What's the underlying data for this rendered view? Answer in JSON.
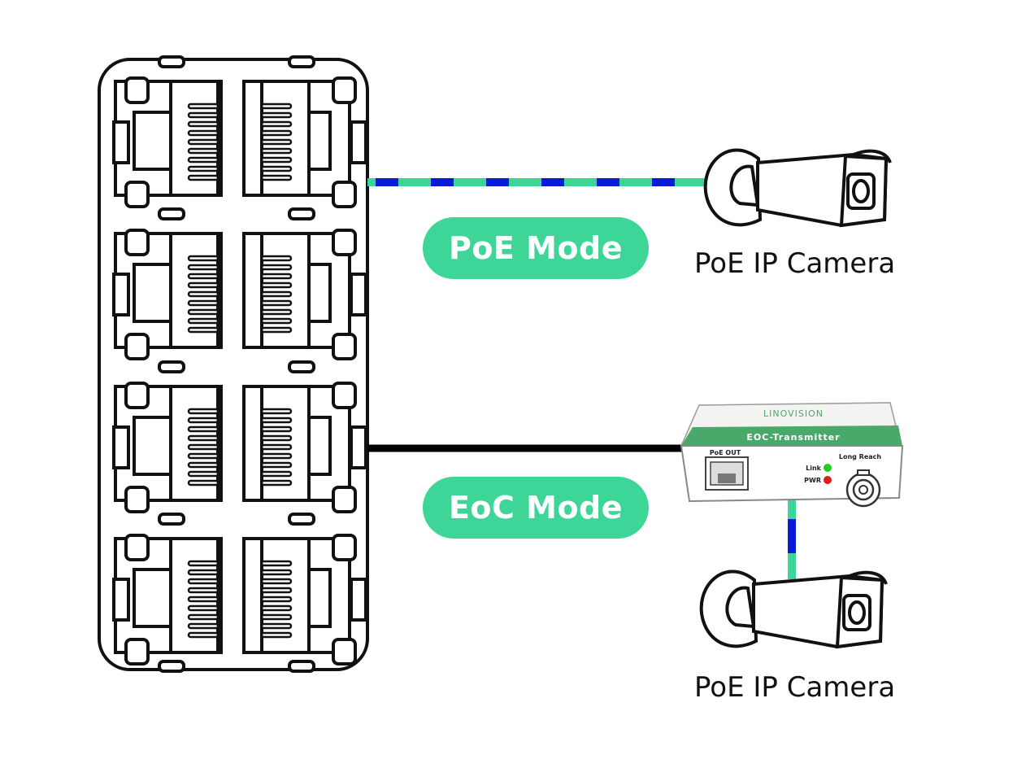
{
  "modes": {
    "poe": {
      "label": "PoE Mode"
    },
    "eoc": {
      "label": "EoC Mode"
    }
  },
  "cameras": [
    {
      "label": "PoE IP Camera"
    },
    {
      "label": "PoE IP Camera"
    }
  ],
  "transmitter": {
    "brand": "LINOVISION",
    "name": "EOC-Transmitter",
    "port_label": "PoE OUT",
    "indicators": [
      {
        "label": "Link",
        "color": "#22cc22"
      },
      {
        "label": "PWR",
        "color": "#e01b1b"
      }
    ],
    "connector_label": "Long Reach"
  },
  "colors": {
    "accent": "#3dd698",
    "cable_blue": "#0a1bd6",
    "cable_green": "#3dd698",
    "transmitter_top": "#4aa86a"
  }
}
